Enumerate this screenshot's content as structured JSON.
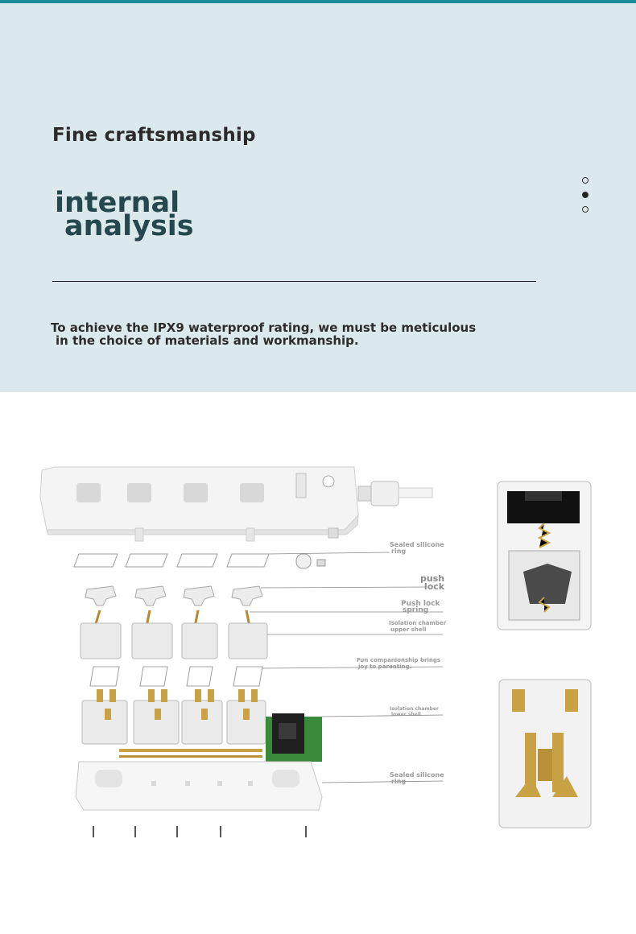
{
  "header": {
    "heading": "Fine craftsmanship",
    "title_line1": "internal",
    "title_line2": "analysis",
    "description_line1": "To achieve the IPX9 waterproof rating, we must be meticulous",
    "description_line2": "in the choice of materials and workmanship."
  },
  "carousel": {
    "slides": 3,
    "active_index": 1
  },
  "diagram": {
    "callouts": [
      {
        "line1": "Sealed silicone",
        "line2": "ring"
      },
      {
        "line1": "push",
        "line2": "lock"
      },
      {
        "line1": "Push lock",
        "line2": "spring"
      },
      {
        "line1": "Isolation chamber",
        "line2": "upper shell"
      },
      {
        "line1": "Fun companionship brings",
        "line2": "joy to parenting."
      },
      {
        "line1": "Isolation chamber",
        "line2": "lower shell"
      },
      {
        "line1": "Sealed silicone",
        "line2": "ring"
      }
    ]
  },
  "colors": {
    "accent": "#1b8a99",
    "hero_bg": "#dce9ec",
    "title": "#24484d"
  }
}
